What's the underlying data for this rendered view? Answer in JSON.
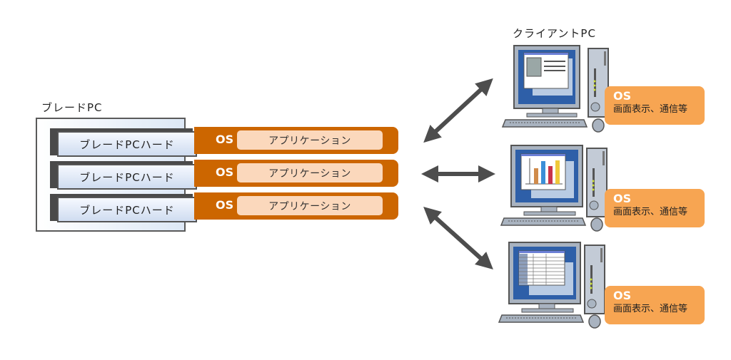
{
  "blade_group": {
    "title": "ブレードPC",
    "units": [
      {
        "hardware": "ブレードPCハード",
        "os": "OS",
        "application": "アプリケーション"
      },
      {
        "hardware": "ブレードPCハード",
        "os": "OS",
        "application": "アプリケーション"
      },
      {
        "hardware": "ブレードPCハード",
        "os": "OS",
        "application": "アプリケーション"
      }
    ]
  },
  "clients": {
    "title": "クライアントPC",
    "items": [
      {
        "screen_content": "document-window",
        "os": "OS",
        "description": "画面表示、通信等"
      },
      {
        "screen_content": "bar-chart-window",
        "os": "OS",
        "description": "画面表示、通信等"
      },
      {
        "screen_content": "spreadsheet-window",
        "os": "OS",
        "description": "画面表示、通信等"
      }
    ]
  },
  "connections": [
    {
      "from": "blade-group",
      "to": "client-1",
      "type": "bidirectional-arrow"
    },
    {
      "from": "blade-group",
      "to": "client-2",
      "type": "bidirectional-arrow"
    },
    {
      "from": "blade-group",
      "to": "client-3",
      "type": "bidirectional-arrow"
    }
  ],
  "colors": {
    "os_band": "#cc6600",
    "application_box": "#fbd8bc",
    "client_os_note": "#f7a552",
    "arrow": "#4d4d4d",
    "monitor_screen": "#2e5fa8"
  }
}
